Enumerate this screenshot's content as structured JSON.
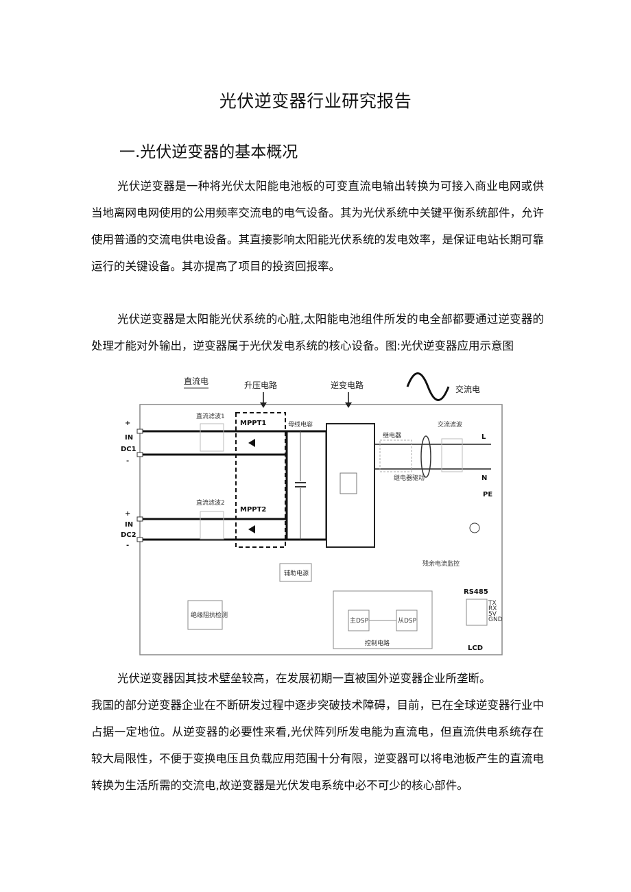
{
  "doc": {
    "title": "光伏逆变器行业研究报告",
    "section_heading": "一.光伏逆变器的基本概况",
    "paragraph1": "光伏逆变器是一种将光伏太阳能电池板的可变直流电输出转换为可接入商业电网或供当地离网电网使用的公用频率交流电的电气设备。其为光伏系统中关键平衡系统部件，允许使用普通的交流电供电设备。其直接影响太阳能光伏系统的发电效率，是保证电站长期可靠运行的关键设备。其亦提高了项目的投资回报率。",
    "paragraph2": "光伏逆变器是太阳能光伏系统的心脏,太阳能电池组件所发的电全部都要通过逆变器的处理才能对外输出，逆变器属于光伏发电系统的核心设备。图:光伏逆变器应用示意图",
    "paragraph3_line1": "光伏逆变器因其技术壁垒较高，在发展初期一直被国外逆变器企业所垄断。",
    "paragraph3_rest": "我国的部分逆变器企业在不断研发过程中逐步突破技术障碍，目前，已在全球逆变器行业中占据一定地位。从逆变器的必要性来看,光伏阵列所发电能为直流电，但直流供电系统存在较大局限性，不便于变换电压且负载应用范围十分有限，逆变器可以将电池板产生的直流电转换为生活所需的交流电,故逆变器是光伏发电系统中必不可少的核心部件。"
  },
  "diagram": {
    "label_dc": "直流电",
    "label_boost": "升压电路",
    "label_inverter": "逆变电路",
    "label_ac": "交流电",
    "label_mppt1": "MPPT1",
    "label_mppt2": "MPPT2",
    "label_dc_filter1": "直流滤波1",
    "label_dc_filter2": "直流滤波2",
    "label_bus_cap": "母线电容",
    "label_relay": "继电器",
    "label_relay_drive": "继电器驱动",
    "label_ac_filter": "交流滤波",
    "label_aux_power": "辅助电源",
    "label_residual": "残余电流监控",
    "label_insulation": "绝缘阻抗检测",
    "label_master_dsp": "主DSP",
    "label_slave_dsp": "从DSP",
    "label_control": "控制电路",
    "label_rs485": "RS485",
    "label_lcd": "LCD",
    "label_in": "IN",
    "label_dc1": "DC1",
    "label_dc2": "DC2",
    "label_plus": "+",
    "label_minus": "-",
    "label_L": "L",
    "label_N": "N",
    "label_PE": "PE",
    "label_tx": "TX",
    "label_rx": "RX",
    "label_5v": "5V",
    "label_gnd": "GND"
  }
}
